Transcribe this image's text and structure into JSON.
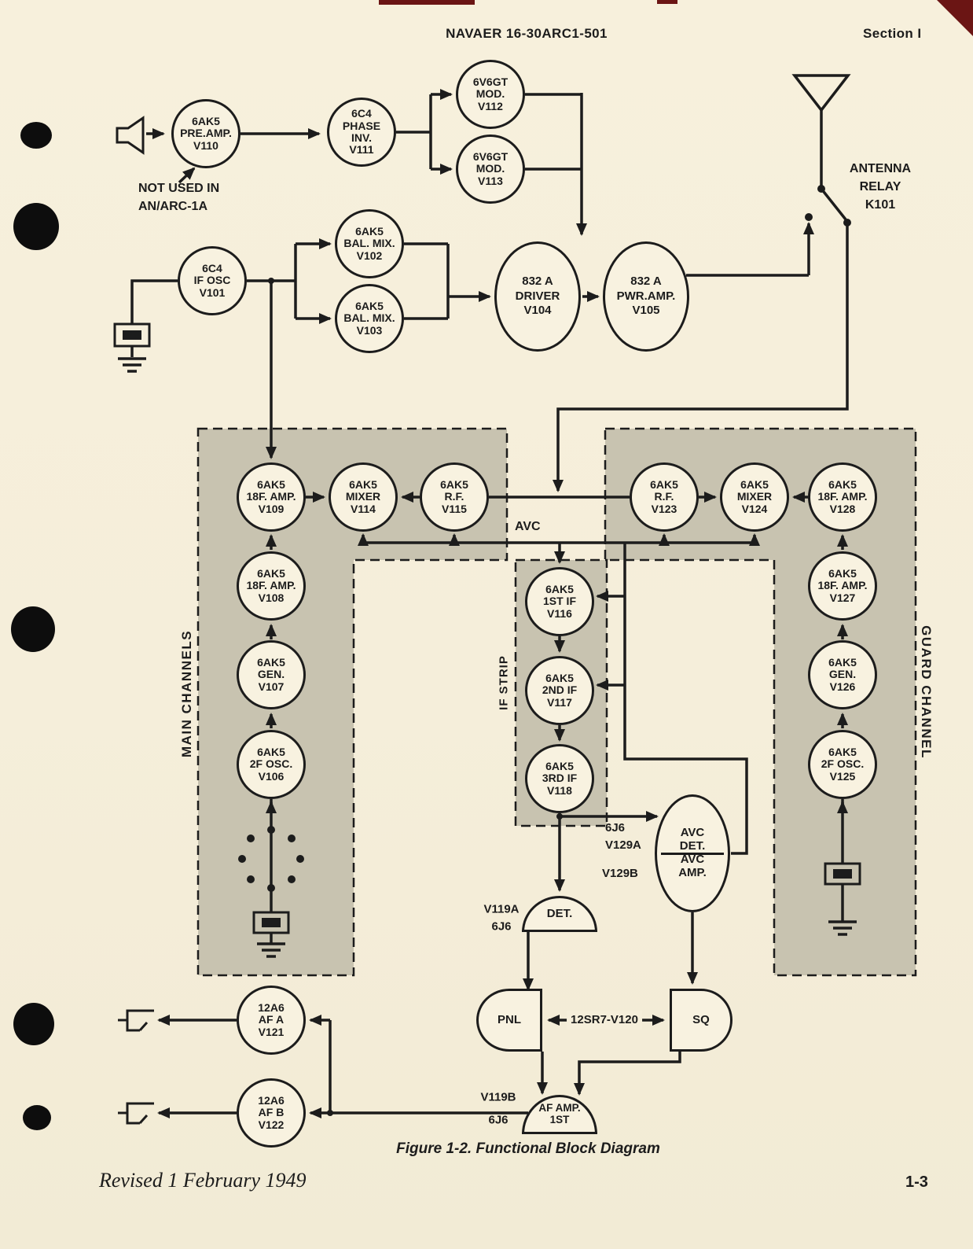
{
  "page": {
    "header_center": "NAVAER 16-30ARC1-501",
    "header_right": "Section I",
    "caption": "Figure 1-2.  Functional Block Diagram",
    "footer_left": "Revised 1 February 1949",
    "footer_right": "1-3"
  },
  "labels": {
    "not_used": "NOT USED IN\nAN/ARC-1A",
    "antenna_relay": "ANTENNA\nRELAY\nK101",
    "avc": "AVC",
    "main_channels": "MAIN CHANNELS",
    "guard_channel": "GUARD CHANNEL",
    "if_strip": "IF STRIP",
    "v129a": "6J6\nV129A",
    "v129b": "V129B",
    "v119a": "V119A\n6J6",
    "v119b": "V119B\n6J6",
    "v120": "12SR7-V120"
  },
  "nodes": {
    "v110": "6AK5\nPRE.AMP.\nV110",
    "v111": "6C4\nPHASE\nINV.\nV111",
    "v112": "6V6GT\nMOD.\nV112",
    "v113": "6V6GT\nMOD.\nV113",
    "v101": "6C4\nIF OSC\nV101",
    "v102": "6AK5\nBAL. MIX.\nV102",
    "v103": "6AK5\nBAL. MIX.\nV103",
    "v104": "832 A\nDRIVER\nV104",
    "v105": "832 A\nPWR.AMP.\nV105",
    "v109": "6AK5\n18F. AMP.\nV109",
    "v114": "6AK5\nMIXER\nV114",
    "v115": "6AK5\nR.F.\nV115",
    "v123": "6AK5\nR.F.\nV123",
    "v124": "6AK5\nMIXER\nV124",
    "v128": "6AK5\n18F. AMP.\nV128",
    "v108": "6AK5\n18F. AMP.\nV108",
    "v107": "6AK5\nGEN.\nV107",
    "v106": "6AK5\n2F OSC.\nV106",
    "v127": "6AK5\n18F. AMP.\nV127",
    "v126": "6AK5\nGEN.\nV126",
    "v125": "6AK5\n2F OSC.\nV125",
    "v116": "6AK5\n1ST IF\nV116",
    "v117": "6AK5\n2ND IF\nV117",
    "v118": "6AK5\n3RD IF\nV118",
    "v129": "AVC\nDET.\nAVC\nAMP.",
    "det": "DET.",
    "pnl": "PNL",
    "sq": "SQ",
    "afamp": "AF AMP.\n1ST",
    "v121": "12A6\nAF A\nV121",
    "v122": "12A6\nAF B\nV122"
  }
}
